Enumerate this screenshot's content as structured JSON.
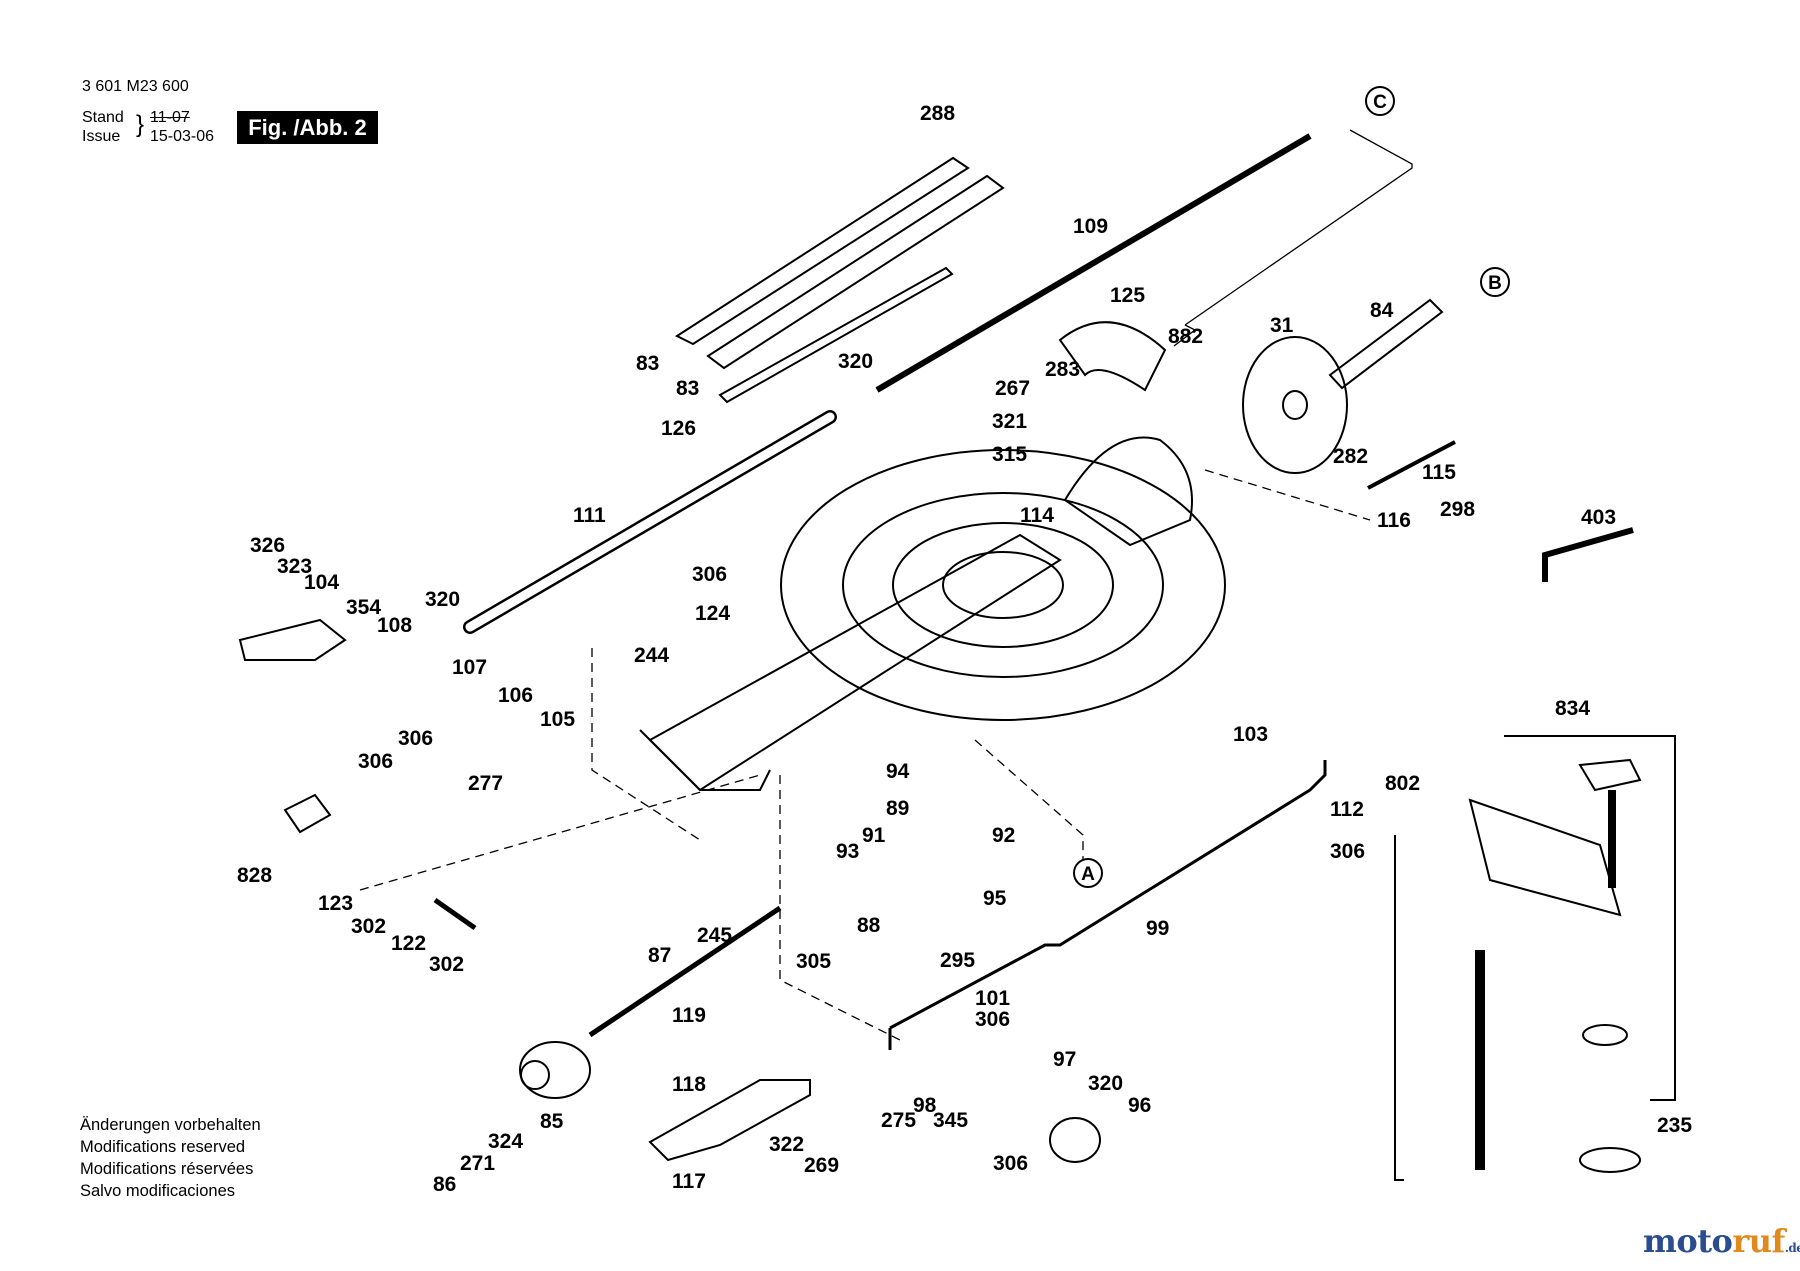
{
  "header": {
    "doc_number": "3 601 M23 600",
    "stand_label": "Stand",
    "issue_label": "Issue",
    "stand_value": "11-07",
    "issue_value": "15-03-06",
    "figure_label": "Fig. /Abb. 2"
  },
  "notes": [
    "Änderungen vorbehalten",
    "Modifications reserved",
    "Modifications réservées",
    "Salvo modificaciones"
  ],
  "watermark": {
    "part1": "moto",
    "part2": "ruf",
    "suffix": ".de"
  },
  "reference_markers": [
    "A",
    "B",
    "C"
  ],
  "part_numbers": [
    "288",
    "109",
    "125",
    "882",
    "283",
    "31",
    "84",
    "83",
    "83",
    "320",
    "267",
    "126",
    "321",
    "315",
    "282",
    "115",
    "298",
    "116",
    "114",
    "403",
    "111",
    "306",
    "124",
    "326",
    "323",
    "104",
    "354",
    "108",
    "320",
    "244",
    "107",
    "106",
    "105",
    "306",
    "306",
    "277",
    "103",
    "802",
    "94",
    "89",
    "92",
    "834",
    "91",
    "93",
    "112",
    "306",
    "828",
    "95",
    "123",
    "88",
    "302",
    "122",
    "245",
    "302",
    "87",
    "305",
    "295",
    "99",
    "119",
    "101",
    "306",
    "118",
    "97",
    "320",
    "98",
    "275",
    "345",
    "96",
    "85",
    "324",
    "271",
    "322",
    "269",
    "306",
    "86",
    "117",
    "235"
  ]
}
